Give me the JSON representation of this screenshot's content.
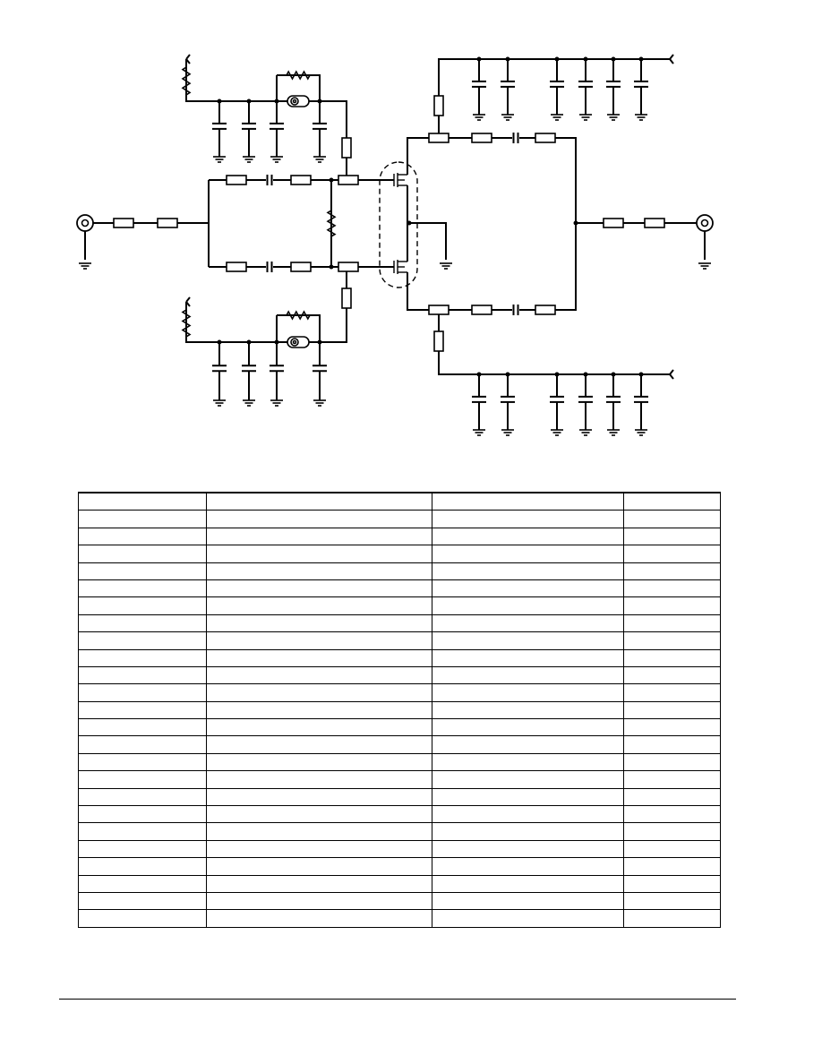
{
  "page": {
    "background": "#ffffff",
    "ink": "#000000"
  },
  "schematic": {
    "connectors": [
      "rf-input-connector",
      "rf-output-connector"
    ],
    "transistor_package": "push-pull-pair"
  },
  "parts_table": {
    "columns": [
      "",
      "",
      "",
      ""
    ],
    "rows": [
      [
        "",
        "",
        "",
        ""
      ],
      [
        "",
        "",
        "",
        ""
      ],
      [
        "",
        "",
        "",
        ""
      ],
      [
        "",
        "",
        "",
        ""
      ],
      [
        "",
        "",
        "",
        ""
      ],
      [
        "",
        "",
        "",
        ""
      ],
      [
        "",
        "",
        "",
        ""
      ],
      [
        "",
        "",
        "",
        ""
      ],
      [
        "",
        "",
        "",
        ""
      ],
      [
        "",
        "",
        "",
        ""
      ],
      [
        "",
        "",
        "",
        ""
      ],
      [
        "",
        "",
        "",
        ""
      ],
      [
        "",
        "",
        "",
        ""
      ],
      [
        "",
        "",
        "",
        ""
      ],
      [
        "",
        "",
        "",
        ""
      ],
      [
        "",
        "",
        "",
        ""
      ],
      [
        "",
        "",
        "",
        ""
      ],
      [
        "",
        "",
        "",
        ""
      ],
      [
        "",
        "",
        "",
        ""
      ],
      [
        "",
        "",
        "",
        ""
      ],
      [
        "",
        "",
        "",
        ""
      ],
      [
        "",
        "",
        "",
        ""
      ],
      [
        "",
        "",
        "",
        ""
      ],
      [
        "",
        "",
        "",
        ""
      ],
      [
        "",
        "",
        "",
        ""
      ]
    ]
  },
  "footer": {
    "text": ""
  }
}
